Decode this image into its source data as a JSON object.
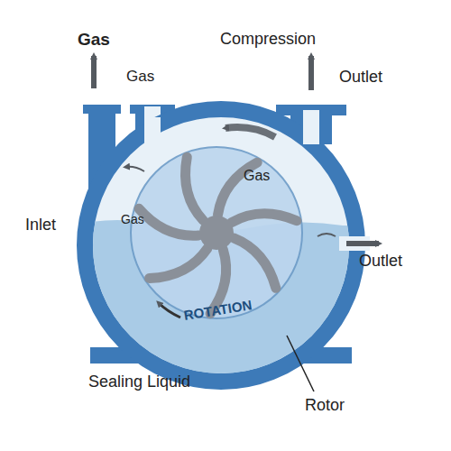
{
  "diagram": {
    "labels": [
      "Gas",
      "Gas",
      "Compression",
      "Outlet",
      "Gas",
      "Gas",
      "Inlet",
      "Outlet",
      "ROTATION",
      "Sealing Liquid",
      "Rotor"
    ]
  }
}
